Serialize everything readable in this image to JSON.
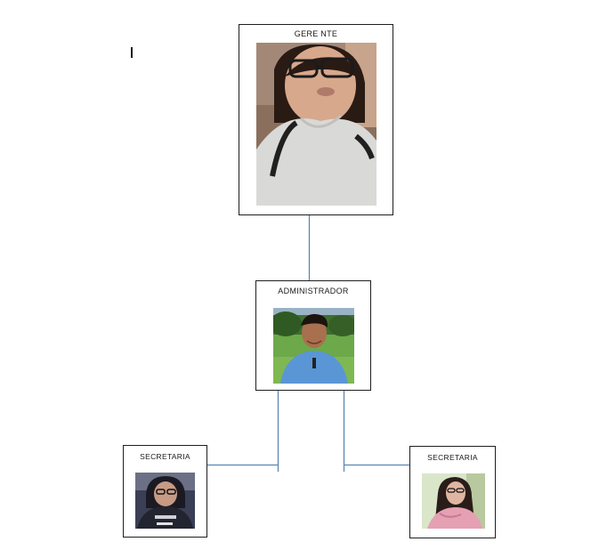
{
  "org_chart": {
    "nodes": [
      {
        "id": "gerente",
        "title": "GERE NTE"
      },
      {
        "id": "administrador",
        "title": "ADMINISTRADOR"
      },
      {
        "id": "secretaria_left",
        "title": "SECRETARIA"
      },
      {
        "id": "secretaria_right",
        "title": "SECRETARIA"
      }
    ],
    "edges": [
      {
        "from": "gerente",
        "to": "administrador"
      },
      {
        "from": "administrador",
        "to": "secretaria_left"
      },
      {
        "from": "administrador",
        "to": "secretaria_right"
      }
    ],
    "connector_color": "#5b87b5"
  }
}
